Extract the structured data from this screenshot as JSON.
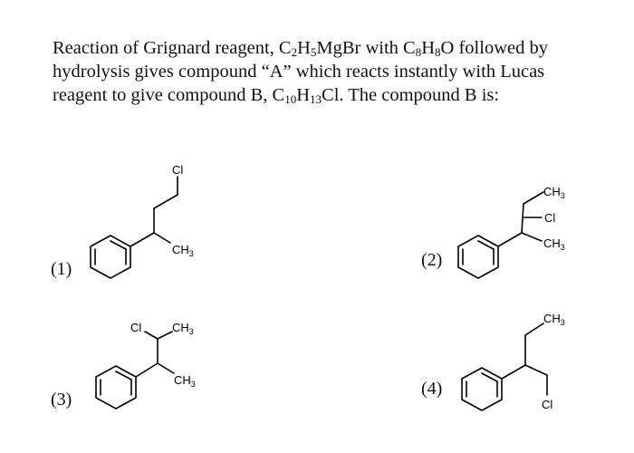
{
  "question": {
    "p1": "Reaction of Grignard reagent, C",
    "s1": "2",
    "p2": "H",
    "s2": "5",
    "p3": "MgBr with C",
    "s3": "8",
    "p4": "H",
    "s4": "8",
    "p5": "O followed by hydrolysis gives compound “A” which reacts instantly with Lucas reagent to give compound B, C",
    "s5": "10",
    "p6": "H",
    "s6": "13",
    "p7": "Cl. The compound B is:"
  },
  "options": [
    {
      "label": "(1)",
      "atoms": {
        "cl": "Cl",
        "me": "CH",
        "me_sub": "3"
      }
    },
    {
      "label": "(2)",
      "atoms": {
        "me1": "CH",
        "me1_sub": "3",
        "cl": "Cl",
        "me2": "CH",
        "me2_sub": "3"
      }
    },
    {
      "label": "(3)",
      "atoms": {
        "cl": "Cl",
        "me1": "CH",
        "me1_sub": "3",
        "me2": "CH",
        "me2_sub": "3"
      }
    },
    {
      "label": "(4)",
      "atoms": {
        "me": "CH",
        "me_sub": "3",
        "cl": "Cl"
      }
    }
  ]
}
